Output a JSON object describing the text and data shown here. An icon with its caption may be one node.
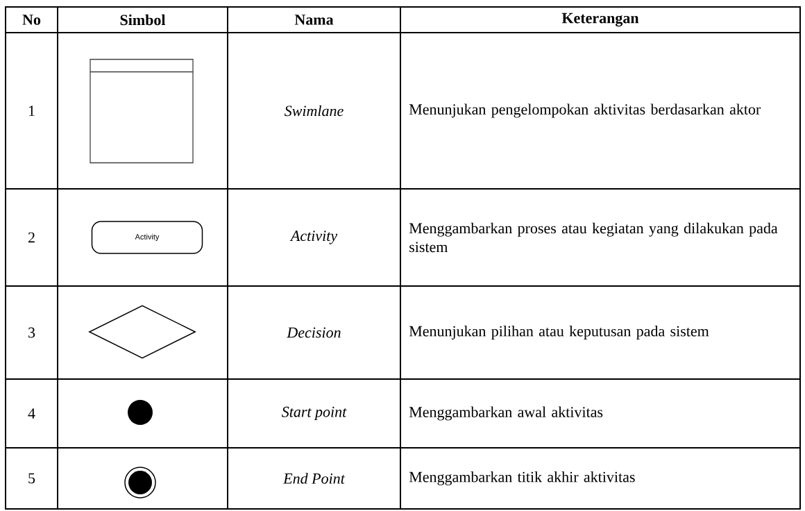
{
  "diagram": {
    "nodes": [
      {
        "text": [],
        "shape": "box"
      },
      {
        "text": [
          "Activity"
        ]
      },
      {
        "text": [],
        "shape": "diamond"
      },
      {
        "text": [],
        "shape": "circle"
      },
      {
        "text": [],
        "shape": "circle"
      }
    ],
    "labels": [
      "No",
      "Simbol",
      "Nama",
      "Keterangan",
      "1",
      "Swimlane",
      "Menunjukan pengelompokan aktivitas berdasarkan aktor",
      "2",
      "Activity",
      "Menggambarkan proses atau kegiatan yang dilakukan pada sistem",
      "3",
      "Decision",
      "Menunjukan pilihan atau keputusan pada sistem",
      "4",
      "Start point",
      "Menggambarkan awal aktivitas",
      "5",
      "End Point",
      "Menggambarkan titik akhir aktivitas"
    ]
  }
}
